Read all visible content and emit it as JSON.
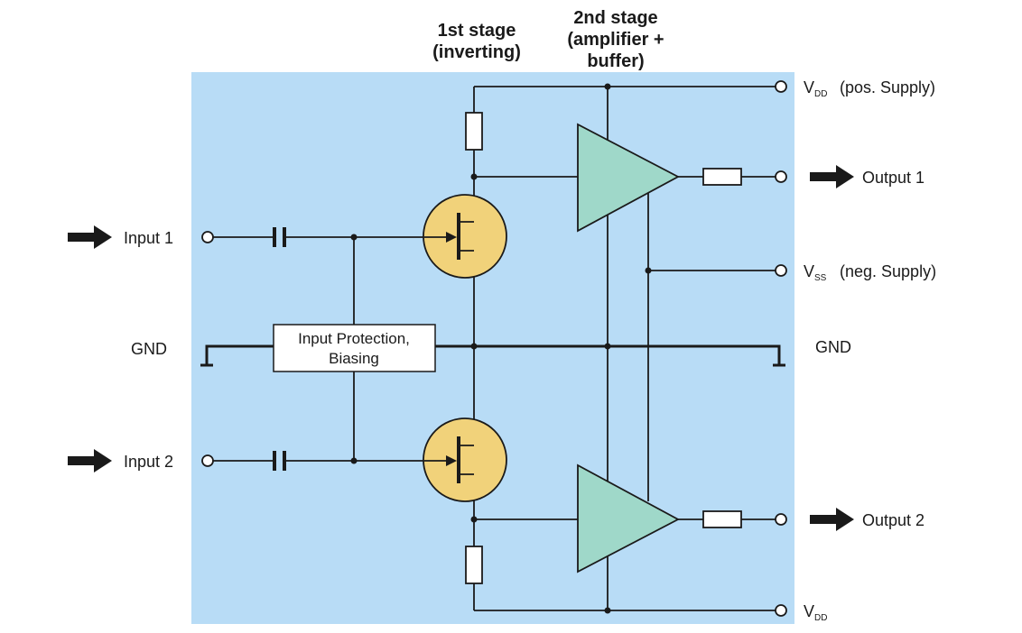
{
  "stages": {
    "first": [
      "1st stage",
      "(inverting)"
    ],
    "second": [
      "2nd stage",
      "(amplifier +",
      "buffer)"
    ]
  },
  "inputs": {
    "input1": "Input 1",
    "input2": "Input 2"
  },
  "outputs": {
    "output1": "Output 1",
    "output2": "Output 2"
  },
  "supply": {
    "vdd_main": "V",
    "vdd_sub": "DD",
    "vdd_desc": "(pos. Supply)",
    "vss_main": "V",
    "vss_sub": "SS",
    "vss_desc": "(neg. Supply)",
    "vdd2_main": "V",
    "vdd2_sub": "DD"
  },
  "ground": {
    "left": "GND",
    "right": "GND"
  },
  "protection": [
    "Input Protection,",
    "Biasing"
  ],
  "colors": {
    "panel": "#b8dcf6",
    "transistor": "#f1d27a",
    "amplifier": "#9fd8c9",
    "arrow": "#1a1a1a"
  }
}
